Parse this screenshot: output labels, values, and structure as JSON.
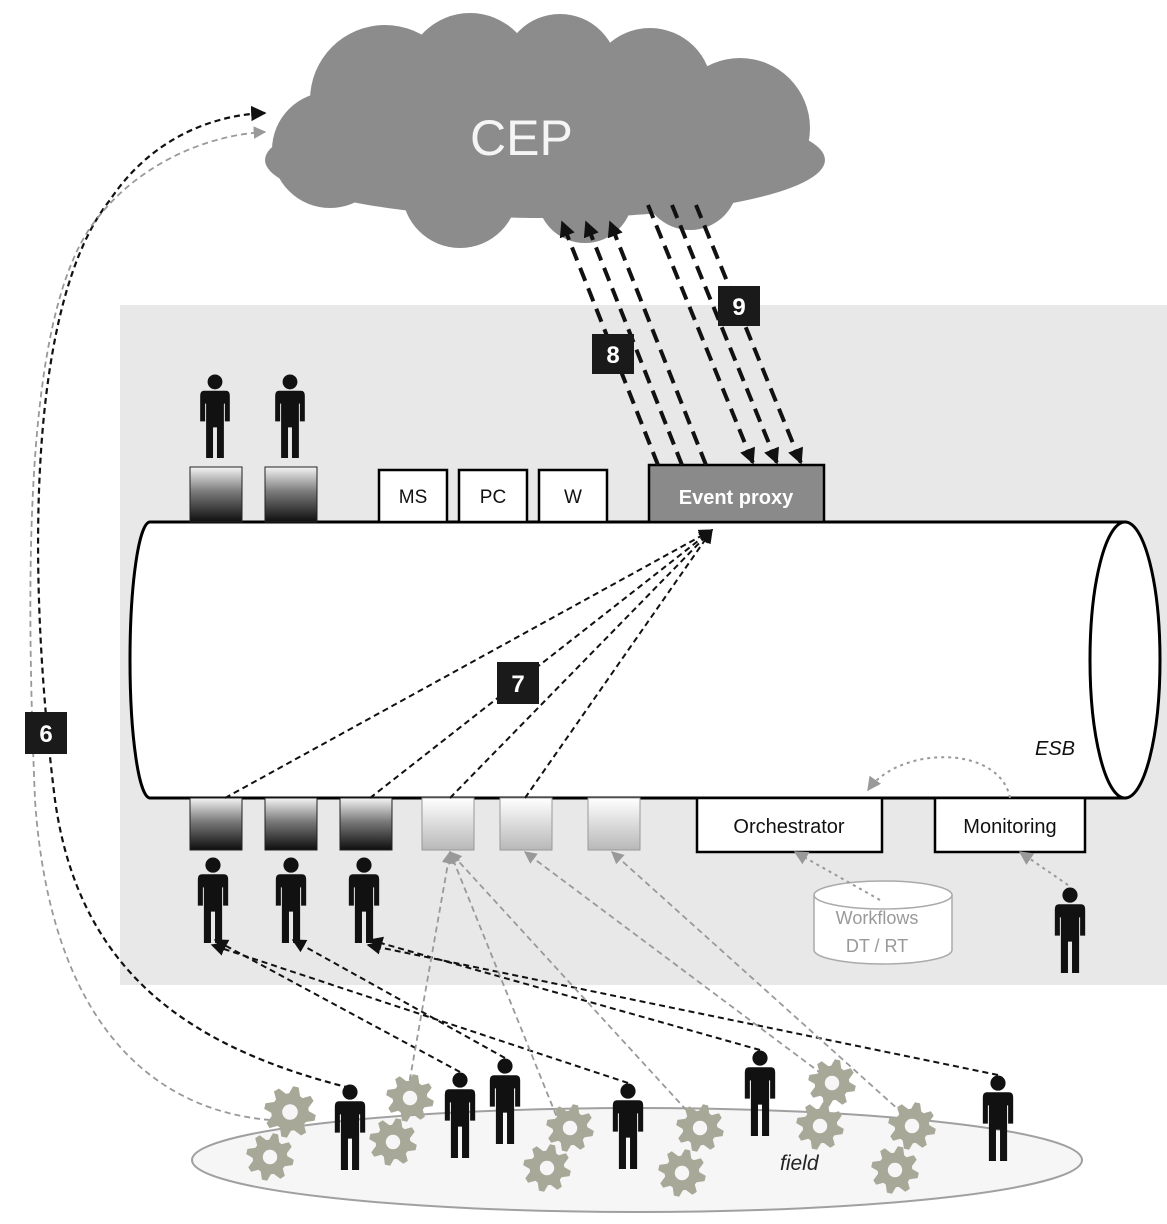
{
  "cloud": {
    "label": "CEP"
  },
  "bus": {
    "label": "ESB"
  },
  "top_services": [
    {
      "label": "MS"
    },
    {
      "label": "PC"
    },
    {
      "label": "W"
    }
  ],
  "event_proxy": {
    "label": "Event proxy"
  },
  "bottom_services": [
    {
      "label": "Orchestrator"
    },
    {
      "label": "Monitoring"
    }
  ],
  "database": {
    "line1": "Workflows",
    "line2": "DT / RT"
  },
  "field": {
    "label": "field"
  },
  "steps": [
    "6",
    "7",
    "8",
    "9"
  ],
  "colors": {
    "cloud": "#8c8c8c",
    "backdrop": "#e8e8e8",
    "proxy": "#8a8a8a",
    "badge": "#1a1a1a",
    "gear": "#a8a898",
    "person": "#111111"
  }
}
